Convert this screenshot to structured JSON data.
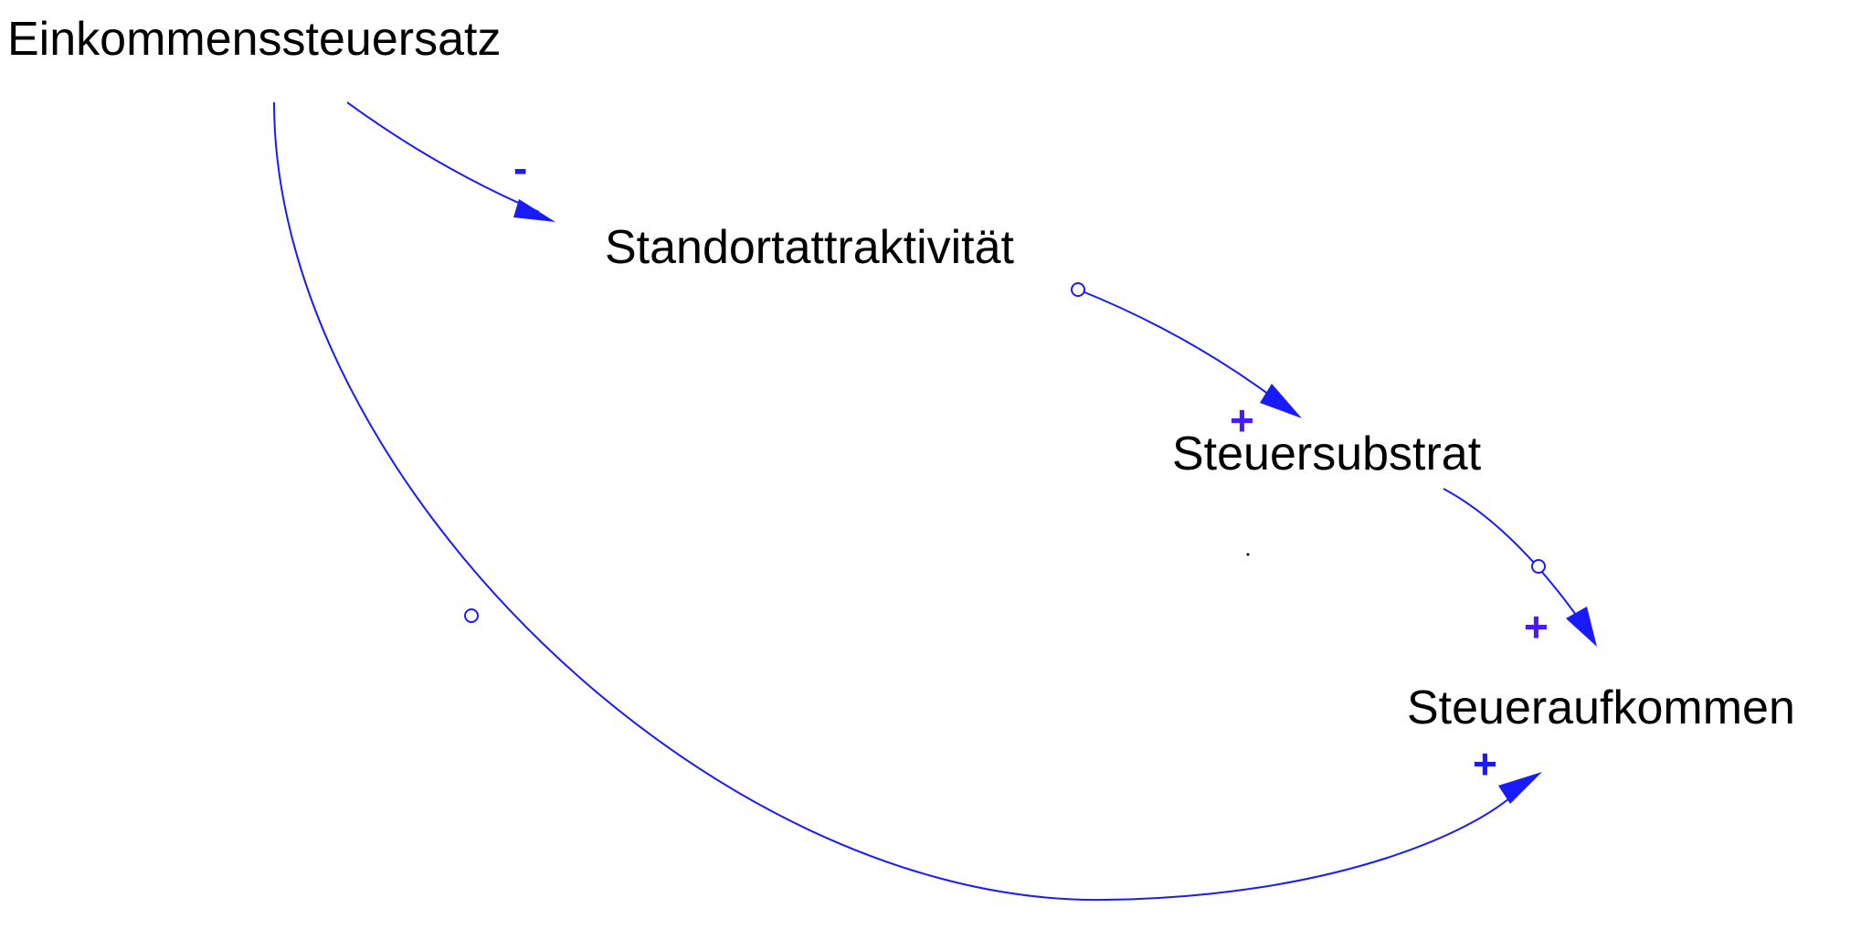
{
  "nodes": {
    "income_tax_rate": "Einkommenssteuersatz",
    "location_attractiveness": "Standortattraktivität",
    "tax_base": "Steuersubstrat",
    "tax_revenue": "Steueraufkommen"
  },
  "links": {
    "rate_to_attractiveness": "-",
    "attractiveness_to_base": "+",
    "base_to_revenue": "+",
    "rate_to_revenue": "+"
  },
  "colors": {
    "link": "#1a1aff",
    "polarity_minus": "#1a1aff",
    "polarity_plus": "#4a1aff",
    "text": "#000000",
    "background": "#ffffff"
  }
}
